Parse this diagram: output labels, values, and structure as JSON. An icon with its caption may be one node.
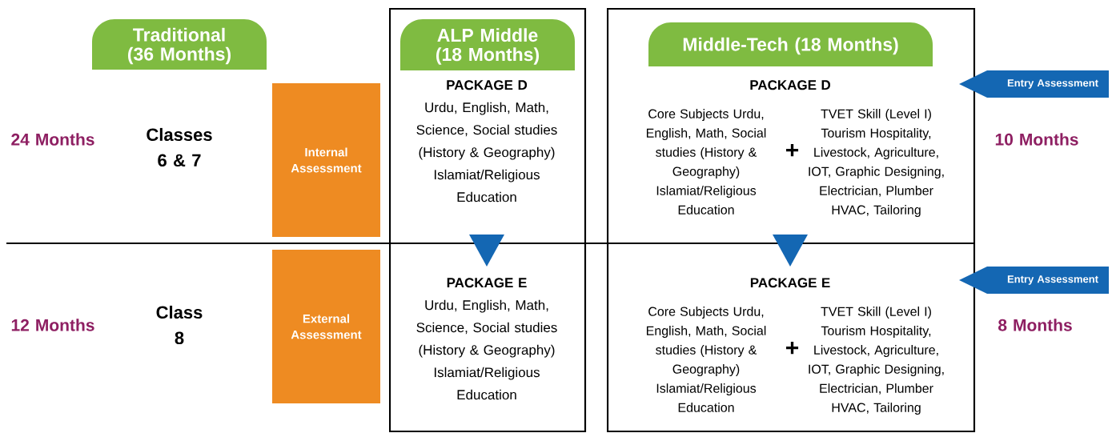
{
  "diagram": {
    "nodes": [
      {
        "text": [
          "Traditional (36 Months)"
        ]
      },
      {
        "text": [
          "Internal Assessment"
        ]
      },
      {
        "text": [
          "External Assessment"
        ]
      },
      {
        "text": [],
        "shape": "box"
      },
      {
        "text": [
          "ALP Middle (18 Months)"
        ],
        "in": 3
      },
      {
        "text": [
          "PACKAGE D",
          "Urdu, English, Math, Science, Social studies (History & Geography) Islamiat/Religious Education"
        ],
        "in": 3
      },
      {
        "text": [
          "PACKAGE E",
          "Urdu, English, Math, Science, Social studies (History & Geography) Islamiat/Religious Education"
        ],
        "in": 3
      },
      {
        "text": [],
        "shape": "box"
      },
      {
        "text": [
          "Middle-Tech (18 Months)"
        ],
        "in": 7
      },
      {
        "text": [
          "PACKAGE D",
          "Core Subjects Urdu, English, Math, Social studies (History & Geography) Islamiat/Religious Education",
          "+",
          "TVET Skill (Level I) Tourism Hospitality, Livestock, Agriculture, IOT, Graphic Designing, Electrician, Plumber HVAC, Tailoring"
        ],
        "in": 7
      },
      {
        "text": [
          "PACKAGE E",
          "Core Subjects Urdu, English, Math, Social studies (History & Geography) Islamiat/Religious Education",
          "+",
          "TVET Skill (Level I) Tourism Hospitality, Livestock, Agriculture, IOT, Graphic Designing, Electrician, Plumber HVAC, Tailoring"
        ],
        "in": 7
      },
      {
        "text": [
          "Entry Assessment"
        ]
      },
      {
        "text": [
          "Entry Assessment"
        ]
      }
    ],
    "edges": [
      {
        "from": 5,
        "to": 6,
        "arrow": "to",
        "color": "#1467b3"
      },
      {
        "from": 9,
        "to": 10,
        "arrow": "to",
        "color": "#1467b3"
      }
    ],
    "labels": [
      "24 Months",
      "Classes 6 & 7",
      "10 Months",
      "12 Months",
      "Class 8",
      "8 Months"
    ]
  }
}
